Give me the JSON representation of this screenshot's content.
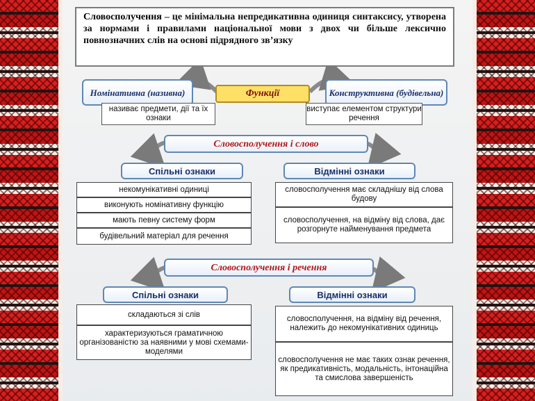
{
  "definition": {
    "term": "Словосполучення",
    "text": "  –  це мінімальна непредикативна одиниця синтаксису, утворена за нормами і правилами національної мови з двох чи більше лексично повнозначних слів на основі підрядного зв’язку"
  },
  "functions": {
    "center": "Функції",
    "left_title": "Номінативна (називна)",
    "right_title": "Конструктивна (будівельна)",
    "left_desc": "називає предмети, дії та їх ознаки",
    "right_desc": "виступає елементом структури речення"
  },
  "section1": {
    "title": "Словосполучення і слово",
    "common_title": "Спільні ознаки",
    "diff_title": "Відмінні ознаки",
    "common": [
      "некомунікативні одиниці",
      "виконують номінативну функцію",
      "мають певну систему форм",
      "будівельний матеріал для речення"
    ],
    "diff": [
      "словосполучення має складнішу від слова будову",
      "словосполучення, на відміну від слова, дає розгорнуте найменування предмета"
    ]
  },
  "section2": {
    "title": "Словосполучення і речення",
    "common_title": "Спільні ознаки",
    "diff_title": "Відмінні ознаки",
    "common": [
      "складаються зі слів",
      "характеризуються граматичною організованістю за наявними у мові схемами-моделями"
    ],
    "diff": [
      "словосполучення, на відміну від речення, належить до некомунікативних одиниць",
      "словосполучення не має таких ознак речення, як предикативність, модальність, інтонаційна та смислова завершеність"
    ]
  },
  "colors": {
    "header_border": "#5f87b4",
    "header_text": "#1a2f6a",
    "center_fill": "#ffe066",
    "center_text": "#7a1010",
    "ornament_red": "#d81e1e"
  }
}
